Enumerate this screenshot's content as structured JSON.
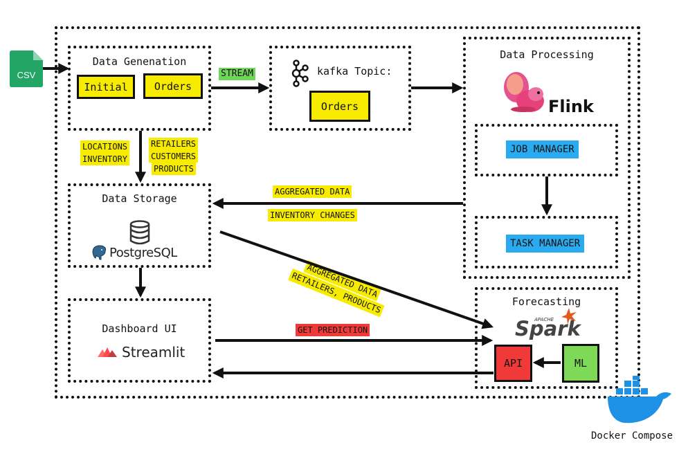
{
  "csv": {
    "label": "CSV"
  },
  "data_generation": {
    "title": "Data Genenation",
    "initial_label": "Initial",
    "orders_label": "Orders",
    "label_left_1": "LOCATIONS",
    "label_left_2": "INVENTORY",
    "label_right_1": "RETAILERS",
    "label_right_2": "CUSTOMERS",
    "label_right_3": "PRODUCTS"
  },
  "stream_label": "STREAM",
  "kafka": {
    "title": "kafka Topic:",
    "orders_label": "Orders"
  },
  "data_processing": {
    "title": "Data Processing",
    "flink_label": "Flink",
    "job_manager": "JOB MANAGER",
    "task_manager": "TASK MANAGER"
  },
  "data_storage": {
    "title": "Data Storage",
    "postgres_label": "PostgreSQL",
    "agg_label": "AGGREGATED DATA",
    "inv_label": "INVENTORY CHANGES"
  },
  "diag_labels": {
    "line1": "AGGREGATED DATA",
    "line2": "RETAILERS, PRODUCTS"
  },
  "dashboard": {
    "title": "Dashboard UI",
    "streamlit_label": "Streamlit"
  },
  "get_prediction": "GET PREDICTION",
  "forecasting": {
    "title": "Forecasting",
    "spark_apache": "APACHE",
    "spark_label": "Spark",
    "api_label": "API",
    "ml_label": "ML"
  },
  "docker": {
    "label": "Docker Compose"
  },
  "colors": {
    "highlight_yellow": "#f7ec00",
    "stream_green": "#6fd65a",
    "api_red": "#f03a3a",
    "ml_green": "#7ed957",
    "manager_blue": "#2aabf0",
    "docker_blue": "#1d91e6"
  }
}
